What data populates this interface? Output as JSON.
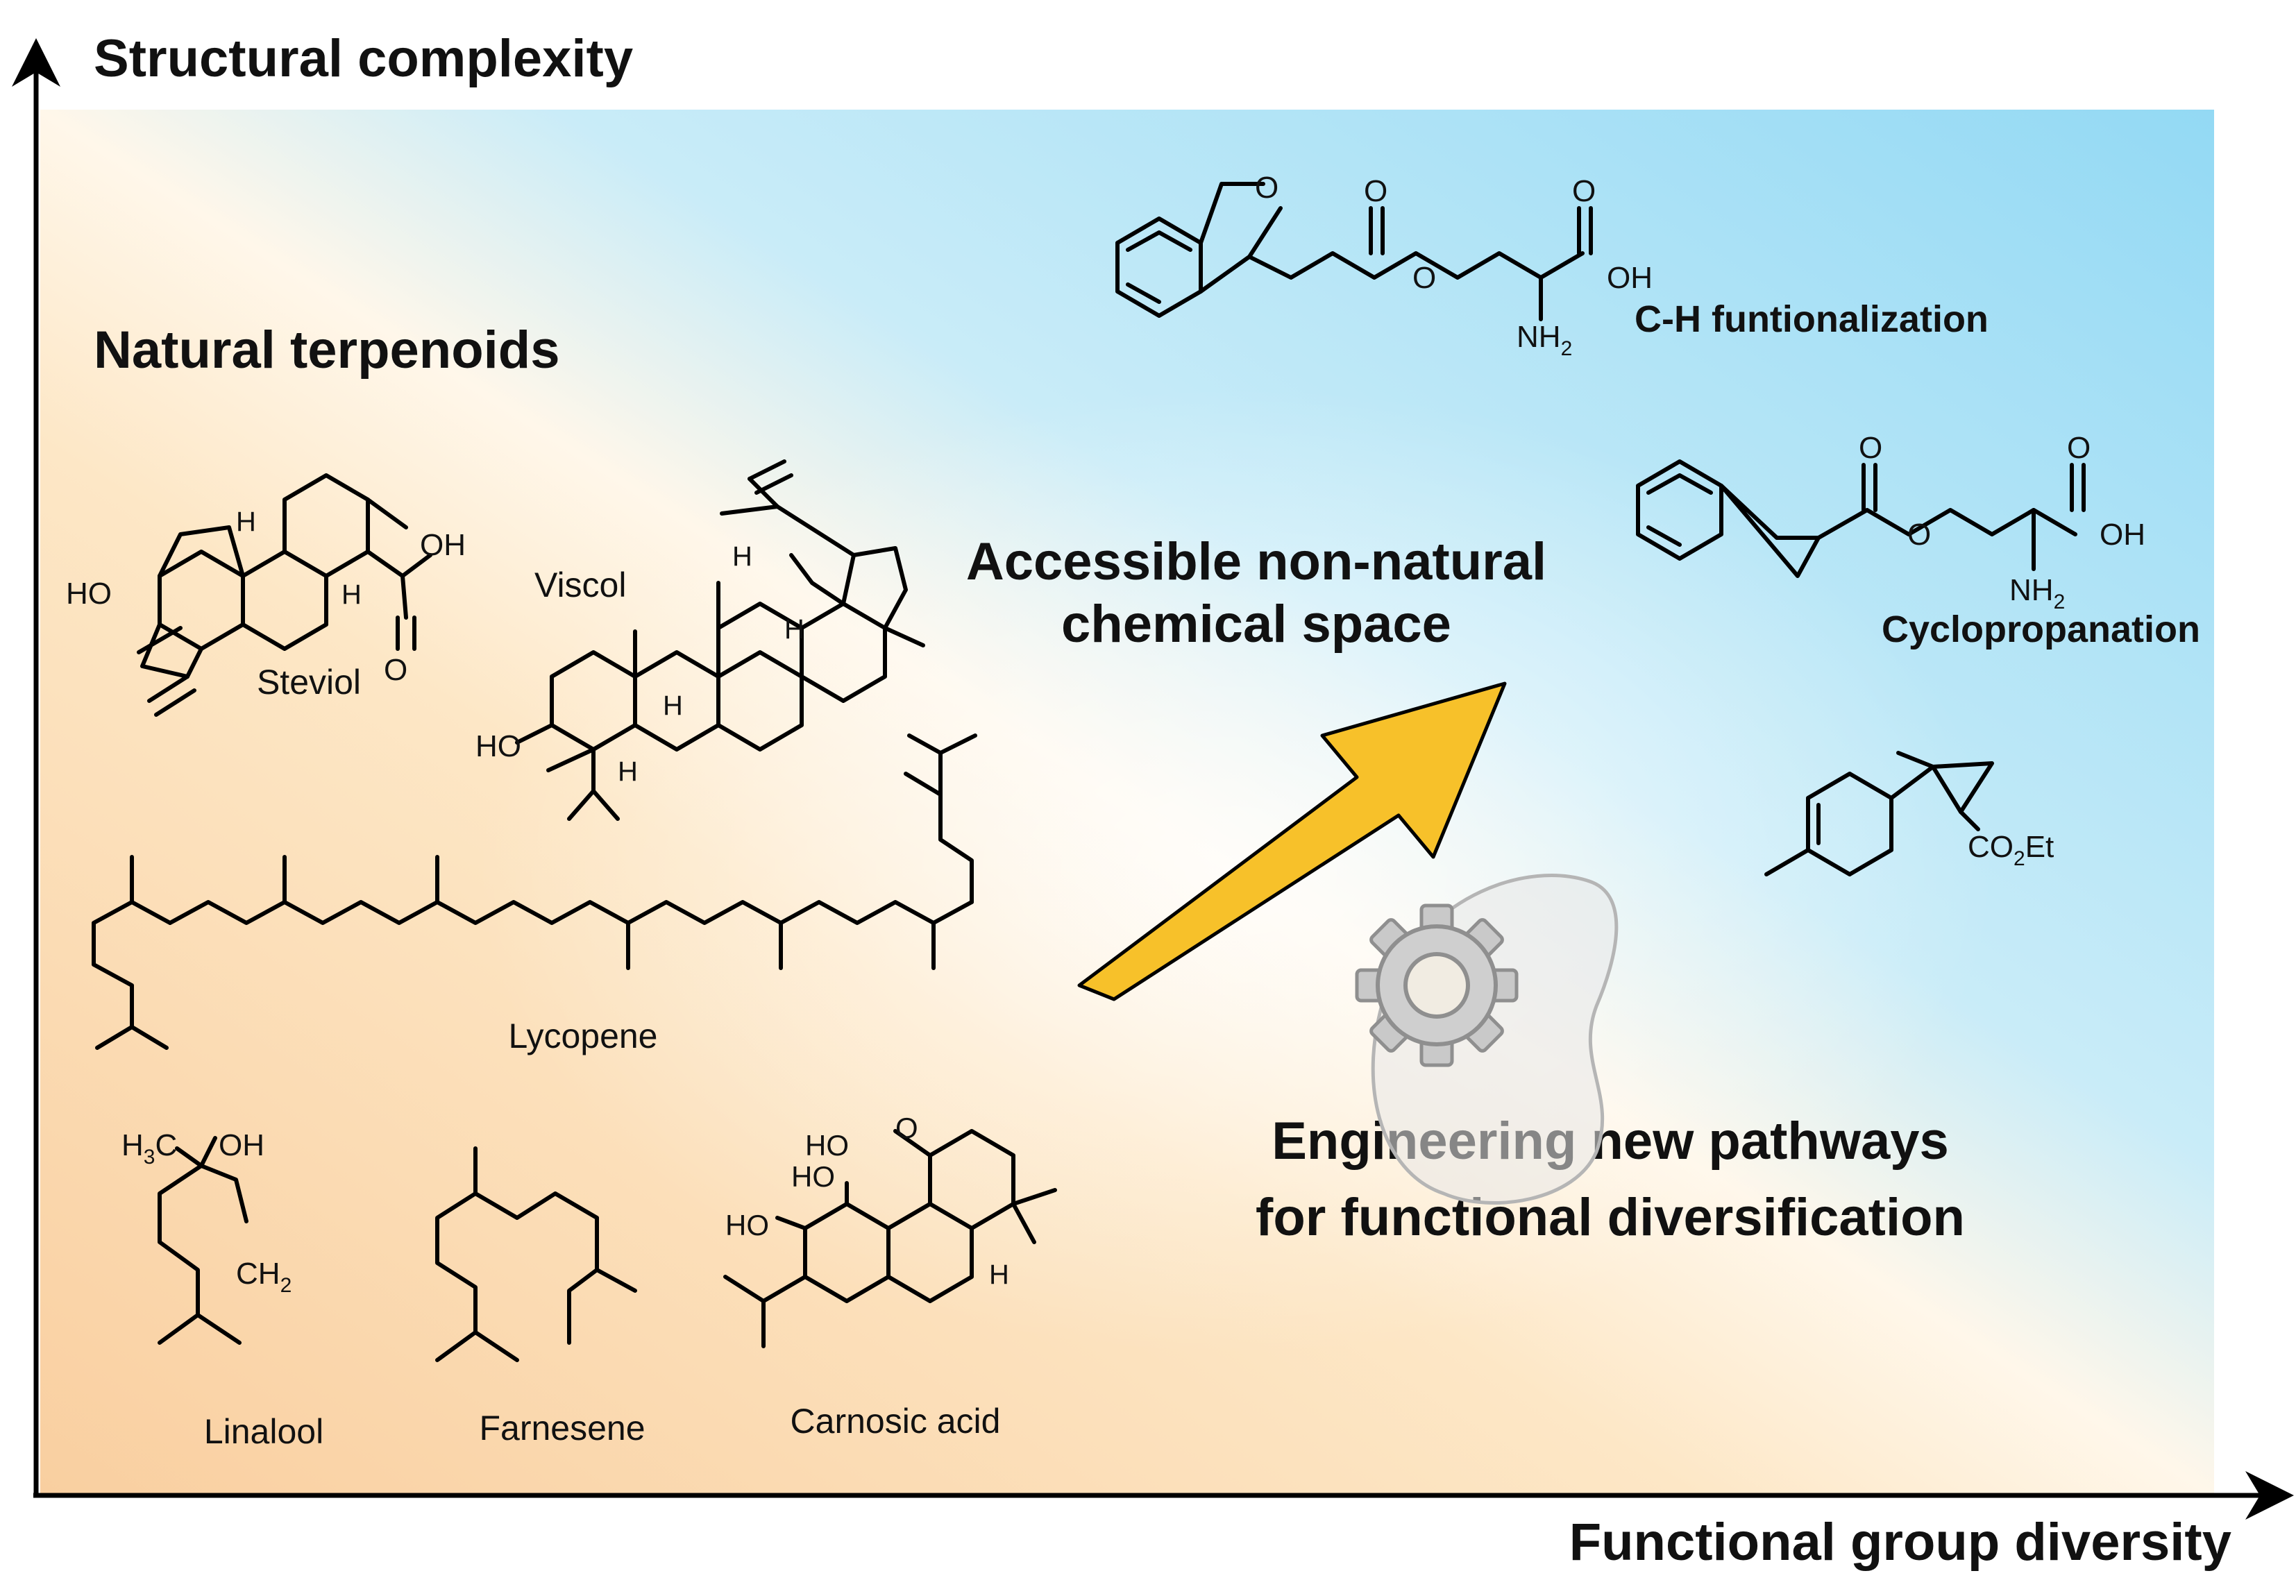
{
  "axes": {
    "y_label": "Structural complexity",
    "x_label": "Functional group diversity"
  },
  "regions": {
    "natural_title": "Natural terpenoids",
    "accessible_line1": "Accessible non-natural",
    "accessible_line2": "chemical space",
    "engineering_line1": "Engineering new pathways",
    "engineering_line2": "for functional diversification"
  },
  "natural_compounds": {
    "steviol": "Steviol",
    "viscol": "Viscol",
    "lycopene": "Lycopene",
    "linalool": "Linalool",
    "farnesene": "Farnesene",
    "carnosic_acid": "Carnosic acid"
  },
  "non_natural_products": {
    "ch_functionalization": "C-H funtionalization",
    "cyclopropanation": "Cyclopropanation"
  },
  "atom_labels": {
    "O": "O",
    "OH": "OH",
    "HO": "HO",
    "H": "H",
    "NH": "NH",
    "sub2": "2",
    "H3C_a": "H",
    "H3C_b": "3",
    "H3C_c": "C",
    "CH": "CH",
    "CO": "CO",
    "Et": "Et"
  },
  "colors": {
    "warm": "#fbd3a6",
    "cool": "#9fdcf3",
    "arrow": "#f7c12a",
    "gear": "#a6a6a6"
  },
  "icons": [
    "gear-icon",
    "cell-icon",
    "diagonal-arrow-icon"
  ]
}
